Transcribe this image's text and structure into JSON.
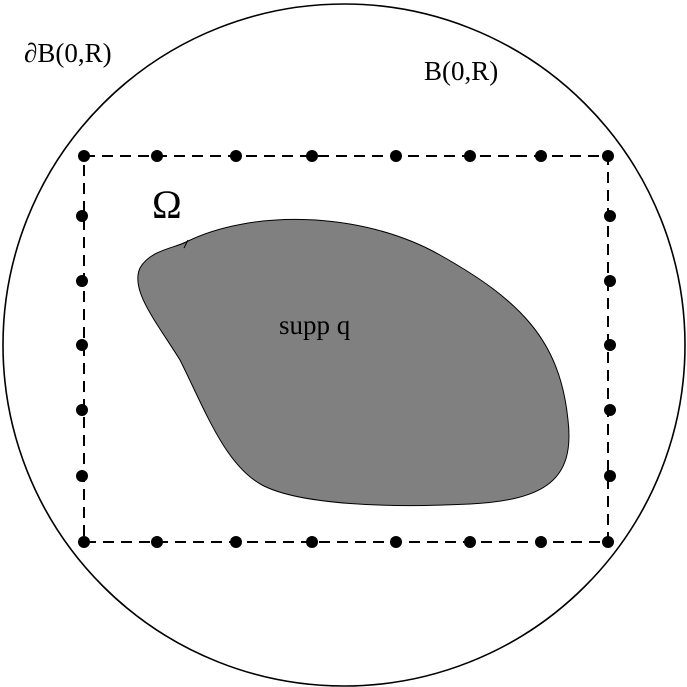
{
  "labels": {
    "boundary": "∂B(0,R)",
    "ball": "B(0,R)",
    "domain": "Ω",
    "support": "supp q"
  },
  "colors": {
    "background": "#ffffff",
    "stroke": "#000000",
    "support_fill": "#808080"
  },
  "sensor_points": {
    "top_count": 8,
    "bottom_count": 8,
    "left_count": 7,
    "right_count": 7
  }
}
